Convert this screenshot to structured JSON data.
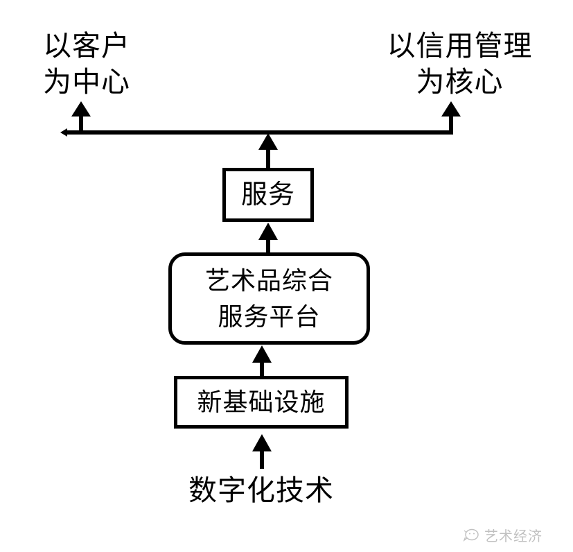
{
  "diagram": {
    "type": "flow-diagram",
    "orientation": "bottom-up",
    "background_color": "#ffffff",
    "line_color": "#000000",
    "goals": [
      {
        "id": "goal-left",
        "line1": "以客户",
        "line2": "为中心",
        "text": "以客户\n为中心"
      },
      {
        "id": "goal-right",
        "line1": "以信用管理",
        "line2": "为核心",
        "text": "以信用管理\n为核心"
      }
    ],
    "nodes": [
      {
        "id": "node-service",
        "shape": "rectangle",
        "text": "服务"
      },
      {
        "id": "node-platform",
        "shape": "rounded-rectangle",
        "line1": "艺术品综合",
        "line2": "服务平台",
        "text": "艺术品综合\n服务平台"
      },
      {
        "id": "node-infra",
        "shape": "rectangle",
        "text": "新基础设施"
      }
    ],
    "base_text": "数字化技术",
    "edges": [
      {
        "from": "数字化技术",
        "to": "新基础设施",
        "style": "arrow-up"
      },
      {
        "from": "新基础设施",
        "to": "艺术品综合服务平台",
        "style": "arrow-up"
      },
      {
        "from": "艺术品综合服务平台",
        "to": "服务",
        "style": "arrow-up"
      },
      {
        "from": "服务",
        "to": "以客户为中心",
        "style": "arrow-up-branch-left"
      },
      {
        "from": "服务",
        "to": "以信用管理为核心",
        "style": "arrow-up-branch-right"
      }
    ]
  },
  "watermark": {
    "icon": "chat-bubble-icon",
    "text": "艺术经济"
  }
}
